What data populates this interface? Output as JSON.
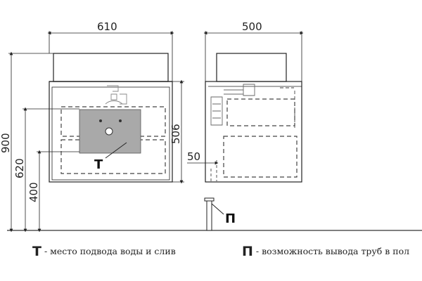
{
  "dimensions": {
    "front_width": "610",
    "side_width": "500",
    "total_height": "900",
    "height_620": "620",
    "height_400": "400",
    "cabinet_height": "506",
    "offset_50": "50"
  },
  "markers": {
    "water_point": "Т",
    "pipe_outlet": "П"
  },
  "legend": {
    "t_key": "Т",
    "t_text": "- место подвода воды и слив",
    "p_key": "П",
    "p_text": "- возможность вывода труб в пол"
  },
  "colors": {
    "line": "#222222",
    "basin_fill": "#a9a9a9",
    "dashed": "#444444"
  }
}
